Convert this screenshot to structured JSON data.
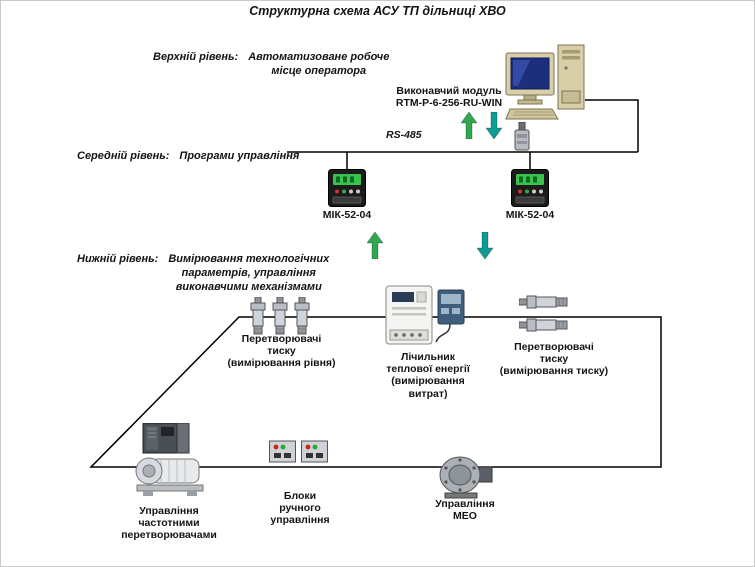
{
  "title": "Структурна схема АСУ ТП дільниці ХВО",
  "levels": {
    "upper": {
      "name": "Верхній рівень:",
      "desc": "Автоматизоване робоче\nмісце оператора"
    },
    "middle": {
      "name": "Середній рівень:",
      "desc": "Програми управління"
    },
    "lower": {
      "name": "Нижній рівень:",
      "desc": "Вимірювання технологічних\nпараметрів, управління\nвиконавчими механізмами"
    }
  },
  "bus": {
    "label": "RS-485"
  },
  "nodes": {
    "exec_module": {
      "label": "Виконавчий модуль\nRTM-P-6-256-RU-WIN"
    },
    "mik_left": {
      "label": "МІК-52-04"
    },
    "mik_right": {
      "label": "МІК-52-04"
    },
    "level_transducers": {
      "label": "Перетворювачі\nтиску\n(вимірювання рівня)"
    },
    "heat_meter": {
      "label": "Лічильник\nтеплової енергії\n(вимірювання витрат)"
    },
    "pressure_transducers": {
      "label": "Перетворювачі\nтиску\n(вимірювання тиску)"
    },
    "freq_drives": {
      "label": "Управління\nчастотними\nперетворювачами"
    },
    "manual_blocks": {
      "label": "Блоки\nручного\nуправління"
    },
    "meo": {
      "label": "Управління\nМЕО"
    }
  },
  "colors": {
    "arrow_up": "#2fa84f",
    "arrow_down": "#0e9c94",
    "line": "#000000"
  }
}
